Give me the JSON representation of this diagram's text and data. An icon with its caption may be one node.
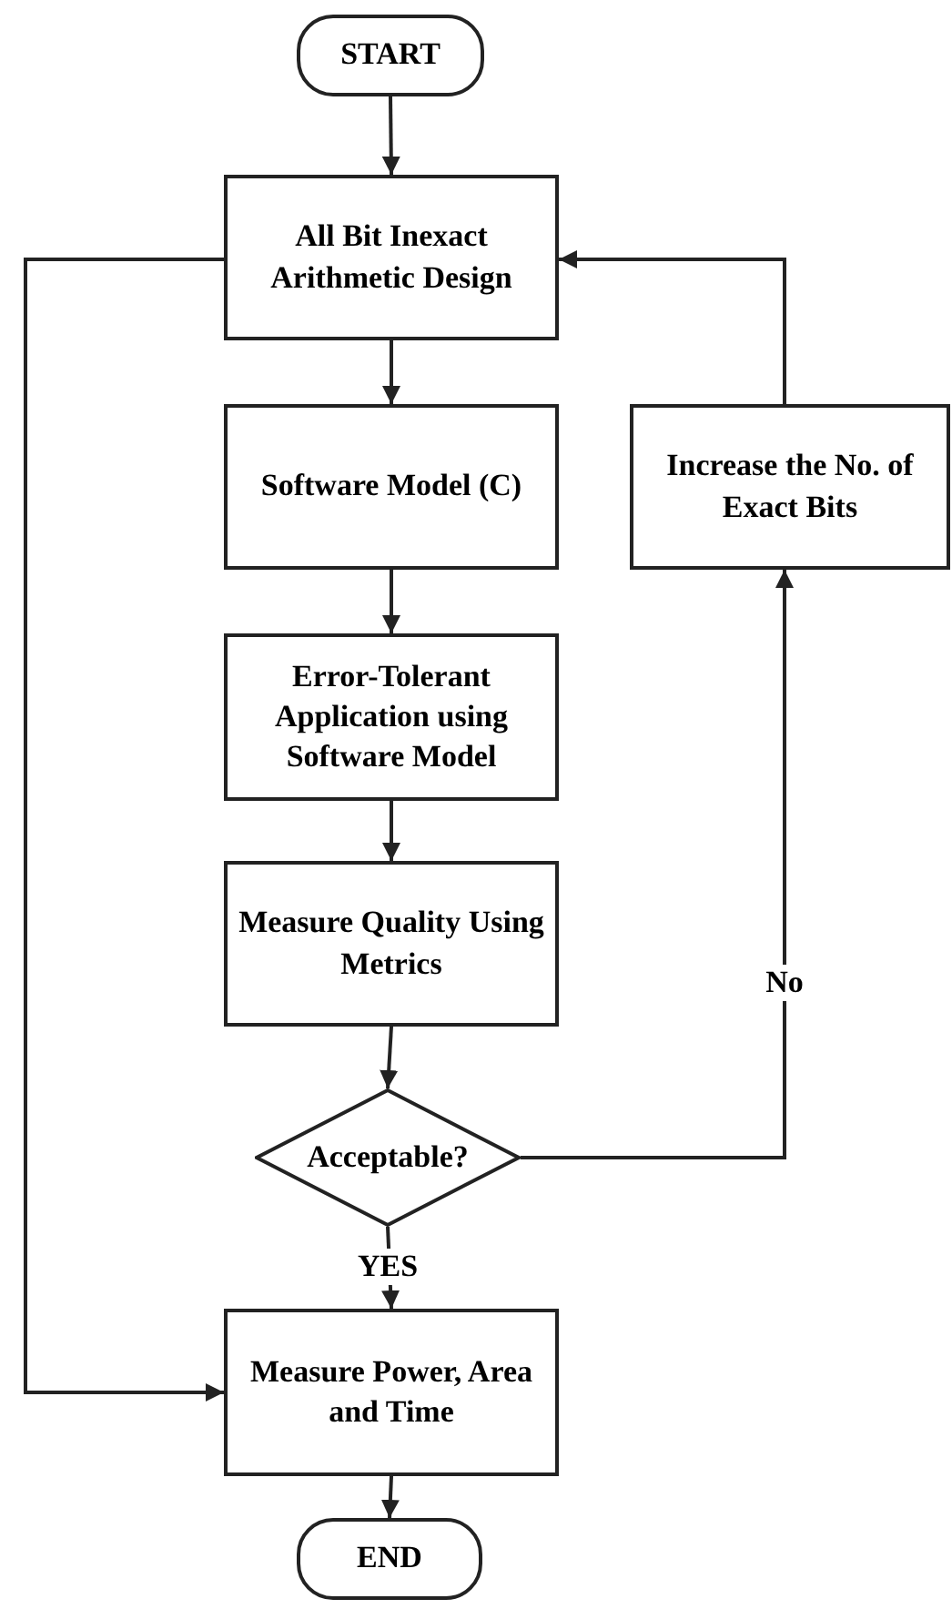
{
  "diagram": {
    "nodes": [
      {
        "text": [
          "START"
        ]
      },
      {
        "text": [
          "All Bit Inexact Arithmetic Design"
        ]
      },
      {
        "text": [
          "Increase the No. of Exact Bits"
        ]
      },
      {
        "text": [
          "Software Model (C)"
        ]
      },
      {
        "text": [
          "Error-Tolerant Application using Software Model"
        ]
      },
      {
        "text": [
          "Measure Quality Using Metrics"
        ]
      },
      {
        "text": [
          "Acceptable?"
        ]
      },
      {
        "text": [
          "Measure Power, Area and Time"
        ]
      },
      {
        "text": [
          "END"
        ]
      }
    ],
    "edges": [
      {
        "from": 0,
        "to": 1,
        "arrow": "to"
      },
      {
        "from": 1,
        "to": 3,
        "arrow": "to"
      },
      {
        "from": 3,
        "to": 4,
        "arrow": "to"
      },
      {
        "from": 4,
        "to": 5,
        "arrow": "to"
      },
      {
        "from": 5,
        "to": 6,
        "arrow": "to"
      },
      {
        "from": 6,
        "to": 7,
        "arrow": "to",
        "label": "YES"
      },
      {
        "from": 6,
        "to": 2,
        "arrow": "to",
        "label": "No"
      },
      {
        "from": 2,
        "to": 1,
        "arrow": "to"
      },
      {
        "from": 1,
        "to": 7,
        "arrow": "to"
      },
      {
        "from": 7,
        "to": 8,
        "arrow": "to"
      }
    ]
  }
}
